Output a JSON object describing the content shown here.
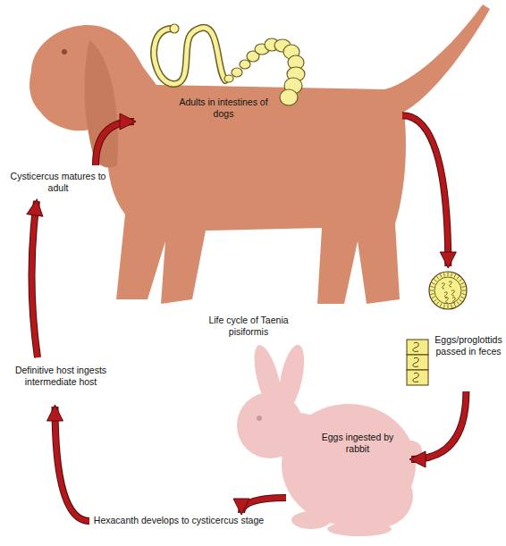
{
  "diagram": {
    "title": "Life cycle of Taenia pisiformis",
    "nodes": [
      {
        "text": [
          "Adults in intestines of dogs"
        ]
      },
      {
        "text": [
          "Eggs/proglottids passed in feces"
        ]
      },
      {
        "text": [
          "Eggs ingested by rabbit"
        ]
      },
      {
        "text": [
          "Hexacanth develops to cysticercus stage"
        ]
      },
      {
        "text": [
          "Definitive host ingests intermediate host"
        ]
      },
      {
        "text": [
          "Cysticercus matures to adult"
        ]
      }
    ],
    "edges": [
      {
        "from": 0,
        "to": 1,
        "arrow": "to"
      },
      {
        "from": 1,
        "to": 2,
        "arrow": "to"
      },
      {
        "from": 2,
        "to": 3,
        "arrow": "to"
      },
      {
        "from": 3,
        "to": 4,
        "arrow": "to"
      },
      {
        "from": 4,
        "to": 5,
        "arrow": "to"
      },
      {
        "from": 5,
        "to": 0,
        "arrow": "to"
      }
    ]
  }
}
